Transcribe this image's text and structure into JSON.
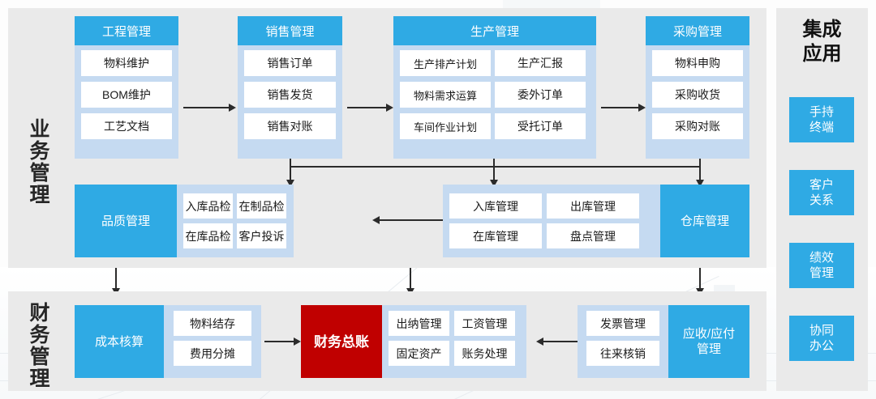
{
  "regions": {
    "business": {
      "label": "业务管理"
    },
    "finance": {
      "label": "财务管理"
    },
    "integrated": {
      "label": "集成应用"
    }
  },
  "colors": {
    "header_blue": "#2FAAE4",
    "panel_light_blue": "#C5DAF1",
    "region_grey": "#EAEAEA",
    "ledger_red": "#C00000",
    "cell_white": "#FFFFFF",
    "arrow": "#2B2B2B"
  },
  "groups": {
    "engineering": {
      "title": "工程管理",
      "items": [
        "物料维护",
        "BOM维护",
        "工艺文档"
      ]
    },
    "sales": {
      "title": "销售管理",
      "items": [
        "销售订单",
        "销售发货",
        "销售对账"
      ]
    },
    "production": {
      "title": "生产管理",
      "items": [
        "生产排产计划",
        "生产汇报",
        "物料需求运算",
        "委外订单",
        "车间作业计划",
        "受托订单"
      ]
    },
    "purchasing": {
      "title": "采购管理",
      "items": [
        "物料申购",
        "采购收货",
        "采购对账"
      ]
    },
    "quality": {
      "title": "品质管理",
      "items": [
        "入库品检",
        "在制品检",
        "在库品检",
        "客户投诉"
      ]
    },
    "warehouse": {
      "title": "仓库管理",
      "items": [
        "入库管理",
        "出库管理",
        "在库管理",
        "盘点管理"
      ]
    },
    "cost": {
      "title": "成本核算",
      "items": [
        "物料结存",
        "费用分摊"
      ]
    },
    "ledger": {
      "title": "财务总账",
      "items": []
    },
    "accounting": {
      "title": "",
      "items": [
        "出纳管理",
        "工资管理",
        "固定资产",
        "账务处理"
      ]
    },
    "receivable": {
      "title": "应收/应付管理",
      "items": [
        "发票管理",
        "往来核销"
      ]
    }
  },
  "integrated_apps": [
    {
      "label": "手持终端"
    },
    {
      "label": "客户关系"
    },
    {
      "label": "绩效管理"
    },
    {
      "label": "协同办公"
    }
  ]
}
